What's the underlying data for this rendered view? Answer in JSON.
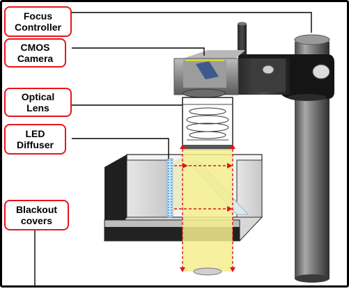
{
  "labels": {
    "focus_controller": "Focus\nController",
    "cmos_camera": "CMOS\nCamera",
    "optical_lens": "Optical\nLens",
    "led_diffuser": "LED\nDiffuser",
    "blackout_covers": "Blackout\ncovers"
  },
  "colors": {
    "label_border": "#e8141b",
    "frame_border": "#000000",
    "light_beam": "#f3ee8e",
    "ray_arrow": "#e0141b",
    "diffuser_dots": "#2f8fd8"
  }
}
